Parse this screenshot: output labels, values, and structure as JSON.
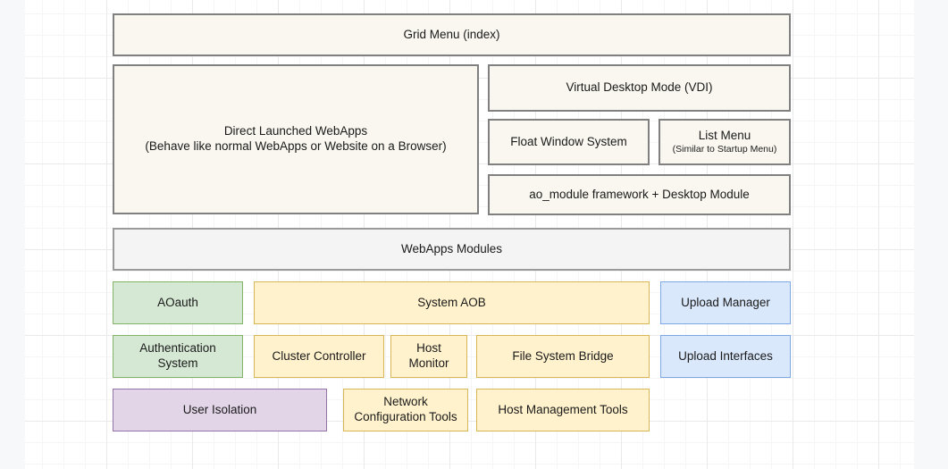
{
  "diagram": {
    "title": "Architecture stack diagram",
    "background": {
      "page_color": "#f7f8fa",
      "grid_color": "#e9e9ec",
      "canvas_color": "#ffffff"
    },
    "palette": {
      "cream_fill": "#f9f7ef",
      "cream_stroke": "#808080",
      "grey_fill": "#f4f4f4",
      "grey_stroke": "#9a9a9a",
      "green_fill": "#d5e8d4",
      "green_stroke": "#82b366",
      "yellow_fill": "#fff2cc",
      "yellow_stroke": "#d6b656",
      "blue_fill": "#dae8fc",
      "blue_stroke": "#7ea6e0",
      "purple_fill": "#e1d5e7",
      "purple_stroke": "#9673a6"
    },
    "nodes": {
      "grid_menu": {
        "label": "Grid Menu (index)"
      },
      "direct_launched_webapps": {
        "label": "Direct Launched WebApps",
        "sub": "(Behave like normal WebApps or Website on a Browser)"
      },
      "virtual_desktop_mode": {
        "label": "Virtual Desktop Mode (VDI)"
      },
      "float_window_system": {
        "label": "Float Window System"
      },
      "list_menu": {
        "label": "List Menu",
        "sub": "(Similar to Startup Menu)"
      },
      "ao_module_framework": {
        "label": "ao_module framework + Desktop Module"
      },
      "webapps_modules": {
        "label": "WebApps Modules"
      },
      "aoauth": {
        "label": "AOauth"
      },
      "system_aob": {
        "label": "System AOB"
      },
      "upload_manager": {
        "label": "Upload Manager"
      },
      "authentication_system": {
        "label": "Authentication\nSystem"
      },
      "authentication_system_line1": {
        "label": "Authentication"
      },
      "authentication_system_line2": {
        "label": "System"
      },
      "cluster_controller": {
        "label": "Cluster Controller"
      },
      "host_monitor_line1": {
        "label": "Host"
      },
      "host_monitor_line2": {
        "label": "Monitor"
      },
      "file_system_bridge": {
        "label": "File System Bridge"
      },
      "upload_interfaces": {
        "label": "Upload Interfaces"
      },
      "user_isolation": {
        "label": "User Isolation"
      },
      "network_configuration_tools_line1": {
        "label": "Network"
      },
      "network_configuration_tools_line2": {
        "label": "Configuration Tools"
      },
      "host_management_tools": {
        "label": "Host Management Tools"
      }
    }
  }
}
